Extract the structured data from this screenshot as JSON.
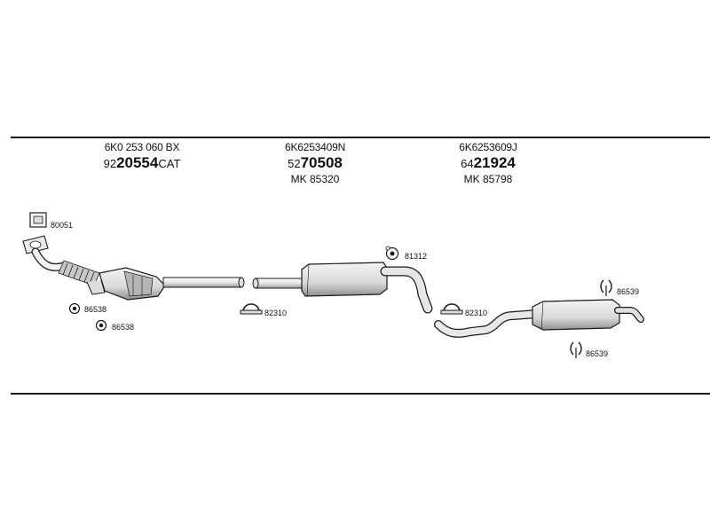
{
  "sections": [
    {
      "part_number": "6K0 253 060 BX",
      "prefix": "92",
      "main": "20554",
      "suffix": "CAT",
      "mk": ""
    },
    {
      "part_number": "6K6253409N",
      "prefix": "52",
      "main": "70508",
      "suffix": "",
      "mk": "MK  85320"
    },
    {
      "part_number": "6K6253609J",
      "prefix": "64",
      "main": "21924",
      "suffix": "",
      "mk": "MK  85798"
    }
  ],
  "parts": {
    "gasket_top": "80051",
    "nut_1": "86538",
    "nut_2": "86538",
    "clamp_1": "82310",
    "rubber_mount": "81312",
    "clamp_2": "82310",
    "hanger_top": "86539",
    "hanger_bottom": "86539"
  },
  "colors": {
    "line": "#1a1a1a",
    "part_fill": "#d9d9d9",
    "part_shade": "#9a9a9a"
  }
}
